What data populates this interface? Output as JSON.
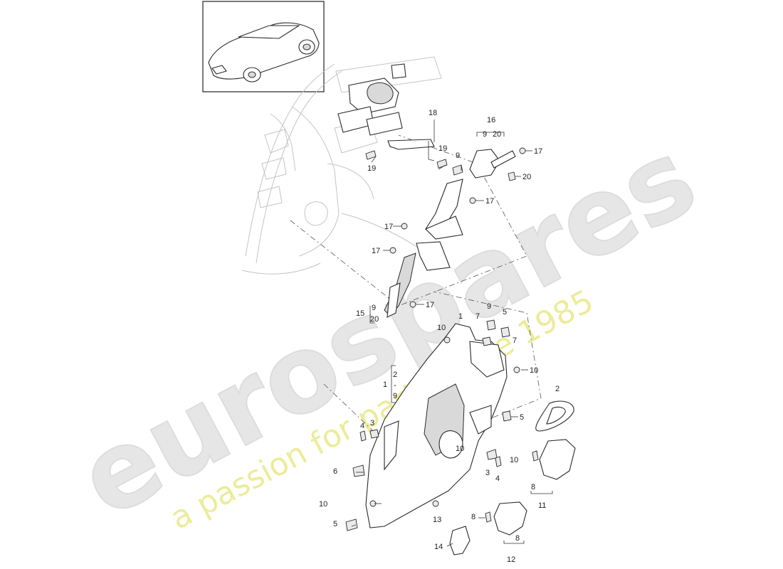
{
  "watermark": {
    "brand": "eurospares",
    "tagline": "a passion for parts since 1985"
  },
  "callouts": [
    {
      "id": "c18",
      "label": "18"
    },
    {
      "id": "c16",
      "label": "16"
    },
    {
      "id": "c16a",
      "label": "9"
    },
    {
      "id": "c16b",
      "label": "20"
    },
    {
      "id": "c17a",
      "label": "17"
    },
    {
      "id": "c19a",
      "label": "19"
    },
    {
      "id": "c19b",
      "label": "19"
    },
    {
      "id": "c9a",
      "label": "9"
    },
    {
      "id": "c20a",
      "label": "20"
    },
    {
      "id": "c17b",
      "label": "17"
    },
    {
      "id": "c17c",
      "label": "17"
    },
    {
      "id": "c17d",
      "label": "17"
    },
    {
      "id": "c17e",
      "label": "17"
    },
    {
      "id": "c15",
      "label": "15"
    },
    {
      "id": "c15a",
      "label": "9"
    },
    {
      "id": "c15b",
      "label": "20"
    },
    {
      "id": "c1a",
      "label": "1"
    },
    {
      "id": "c9b",
      "label": "9"
    },
    {
      "id": "c5a",
      "label": "5"
    },
    {
      "id": "c10a",
      "label": "10"
    },
    {
      "id": "c7a",
      "label": "7"
    },
    {
      "id": "c7b",
      "label": "7"
    },
    {
      "id": "c10b",
      "label": "10"
    },
    {
      "id": "c1b",
      "label": "1"
    },
    {
      "id": "c1b_top",
      "label": "2"
    },
    {
      "id": "c1b_mid",
      "label": "-"
    },
    {
      "id": "c1b_bot",
      "label": "9"
    },
    {
      "id": "c2",
      "label": "2"
    },
    {
      "id": "c5b",
      "label": "5"
    },
    {
      "id": "c3a",
      "label": "3"
    },
    {
      "id": "c4a",
      "label": "4"
    },
    {
      "id": "c6",
      "label": "6"
    },
    {
      "id": "c10c",
      "label": "10"
    },
    {
      "id": "c3b",
      "label": "3"
    },
    {
      "id": "c4b",
      "label": "4"
    },
    {
      "id": "c10d",
      "label": "10"
    },
    {
      "id": "c8a",
      "label": "8"
    },
    {
      "id": "c11",
      "label": "11"
    },
    {
      "id": "c10e",
      "label": "10"
    },
    {
      "id": "c5c",
      "label": "5"
    },
    {
      "id": "c13",
      "label": "13"
    },
    {
      "id": "c8b",
      "label": "8"
    },
    {
      "id": "c8c",
      "label": "8"
    },
    {
      "id": "c12",
      "label": "12"
    },
    {
      "id": "c14",
      "label": "14"
    }
  ]
}
